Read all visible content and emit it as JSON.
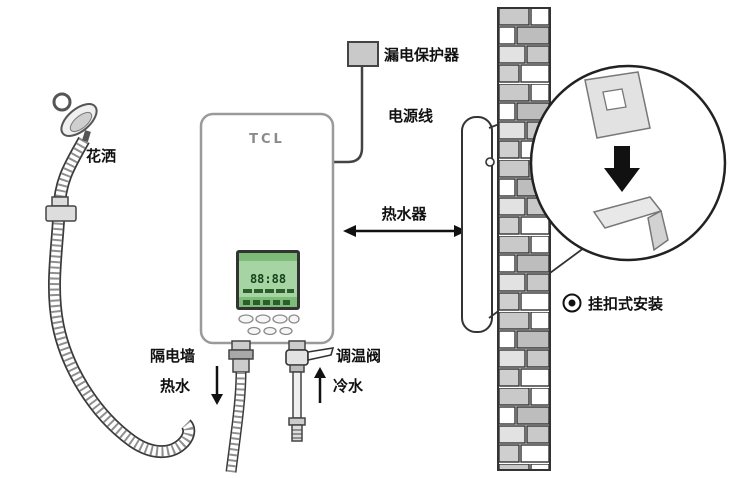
{
  "diagram": {
    "labels": {
      "shower": "花洒",
      "leak_protector": "漏电保护器",
      "power_line": "电源线",
      "water_heater": "热水器",
      "isolation_wall": "隔电墙",
      "hot_water": "热水",
      "temp_valve": "调温阀",
      "cold_water": "冷水",
      "mount_install": "挂扣式安装"
    },
    "heater": {
      "brand": "TCL",
      "display_digits": "88:88"
    }
  }
}
